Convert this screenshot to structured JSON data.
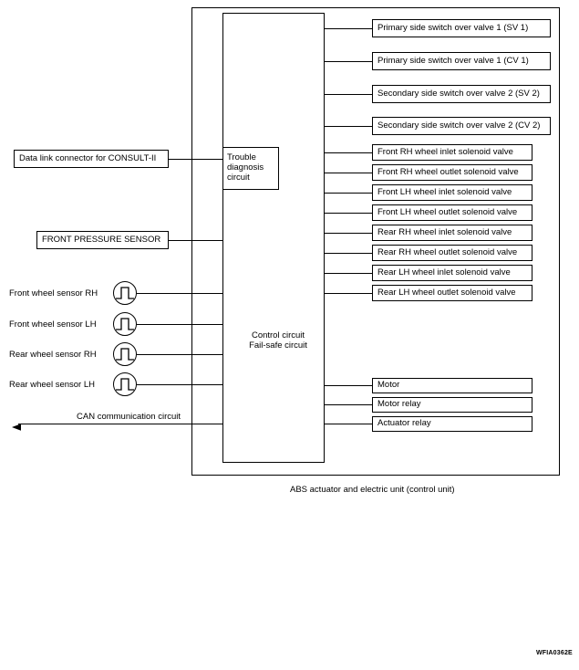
{
  "figure": {
    "code": "WFIA0362E",
    "caption": "ABS actuator and electric unit (control unit)"
  },
  "unit": {
    "control_circuit_label": "Control circuit\nFail-safe circuit",
    "trouble_diagnosis_label": "Trouble\ndiagnosis\ncircuit"
  },
  "inputs": {
    "data_link": "Data link connector for CONSULT-II",
    "pressure_sensor": "FRONT PRESSURE SENSOR",
    "can_circuit": "CAN communication circuit",
    "wheel_sensors": [
      {
        "label": "Front  wheel sensor RH",
        "icon": "pulse-wave-icon"
      },
      {
        "label": "Front wheel sensor LH",
        "icon": "pulse-wave-icon"
      },
      {
        "label": "Rear  wheel sensor RH",
        "icon": "pulse-wave-icon"
      },
      {
        "label": "Rear wheel sensor LH",
        "icon": "pulse-wave-icon"
      }
    ]
  },
  "outputs": {
    "valves": [
      "Primary side  switch over valve 1 (SV 1)",
      "Primary side  switch over valve 1 (CV 1)",
      "Secondary side  switch over valve 2 (SV 2)",
      "Secondary side  switch over valve 2 (CV 2)"
    ],
    "solenoids": [
      "Front RH wheel inlet solenoid valve",
      "Front RH wheel outlet solenoid valve",
      "Front LH wheel inlet solenoid valve",
      "Front LH wheel outlet solenoid valve",
      "Rear RH wheel inlet solenoid valve",
      "Rear RH wheel outlet solenoid valve",
      "Rear LH wheel inlet solenoid valve",
      "Rear LH wheel outlet solenoid valve"
    ],
    "actuators": [
      "Motor",
      "Motor relay",
      "Actuator relay"
    ]
  }
}
